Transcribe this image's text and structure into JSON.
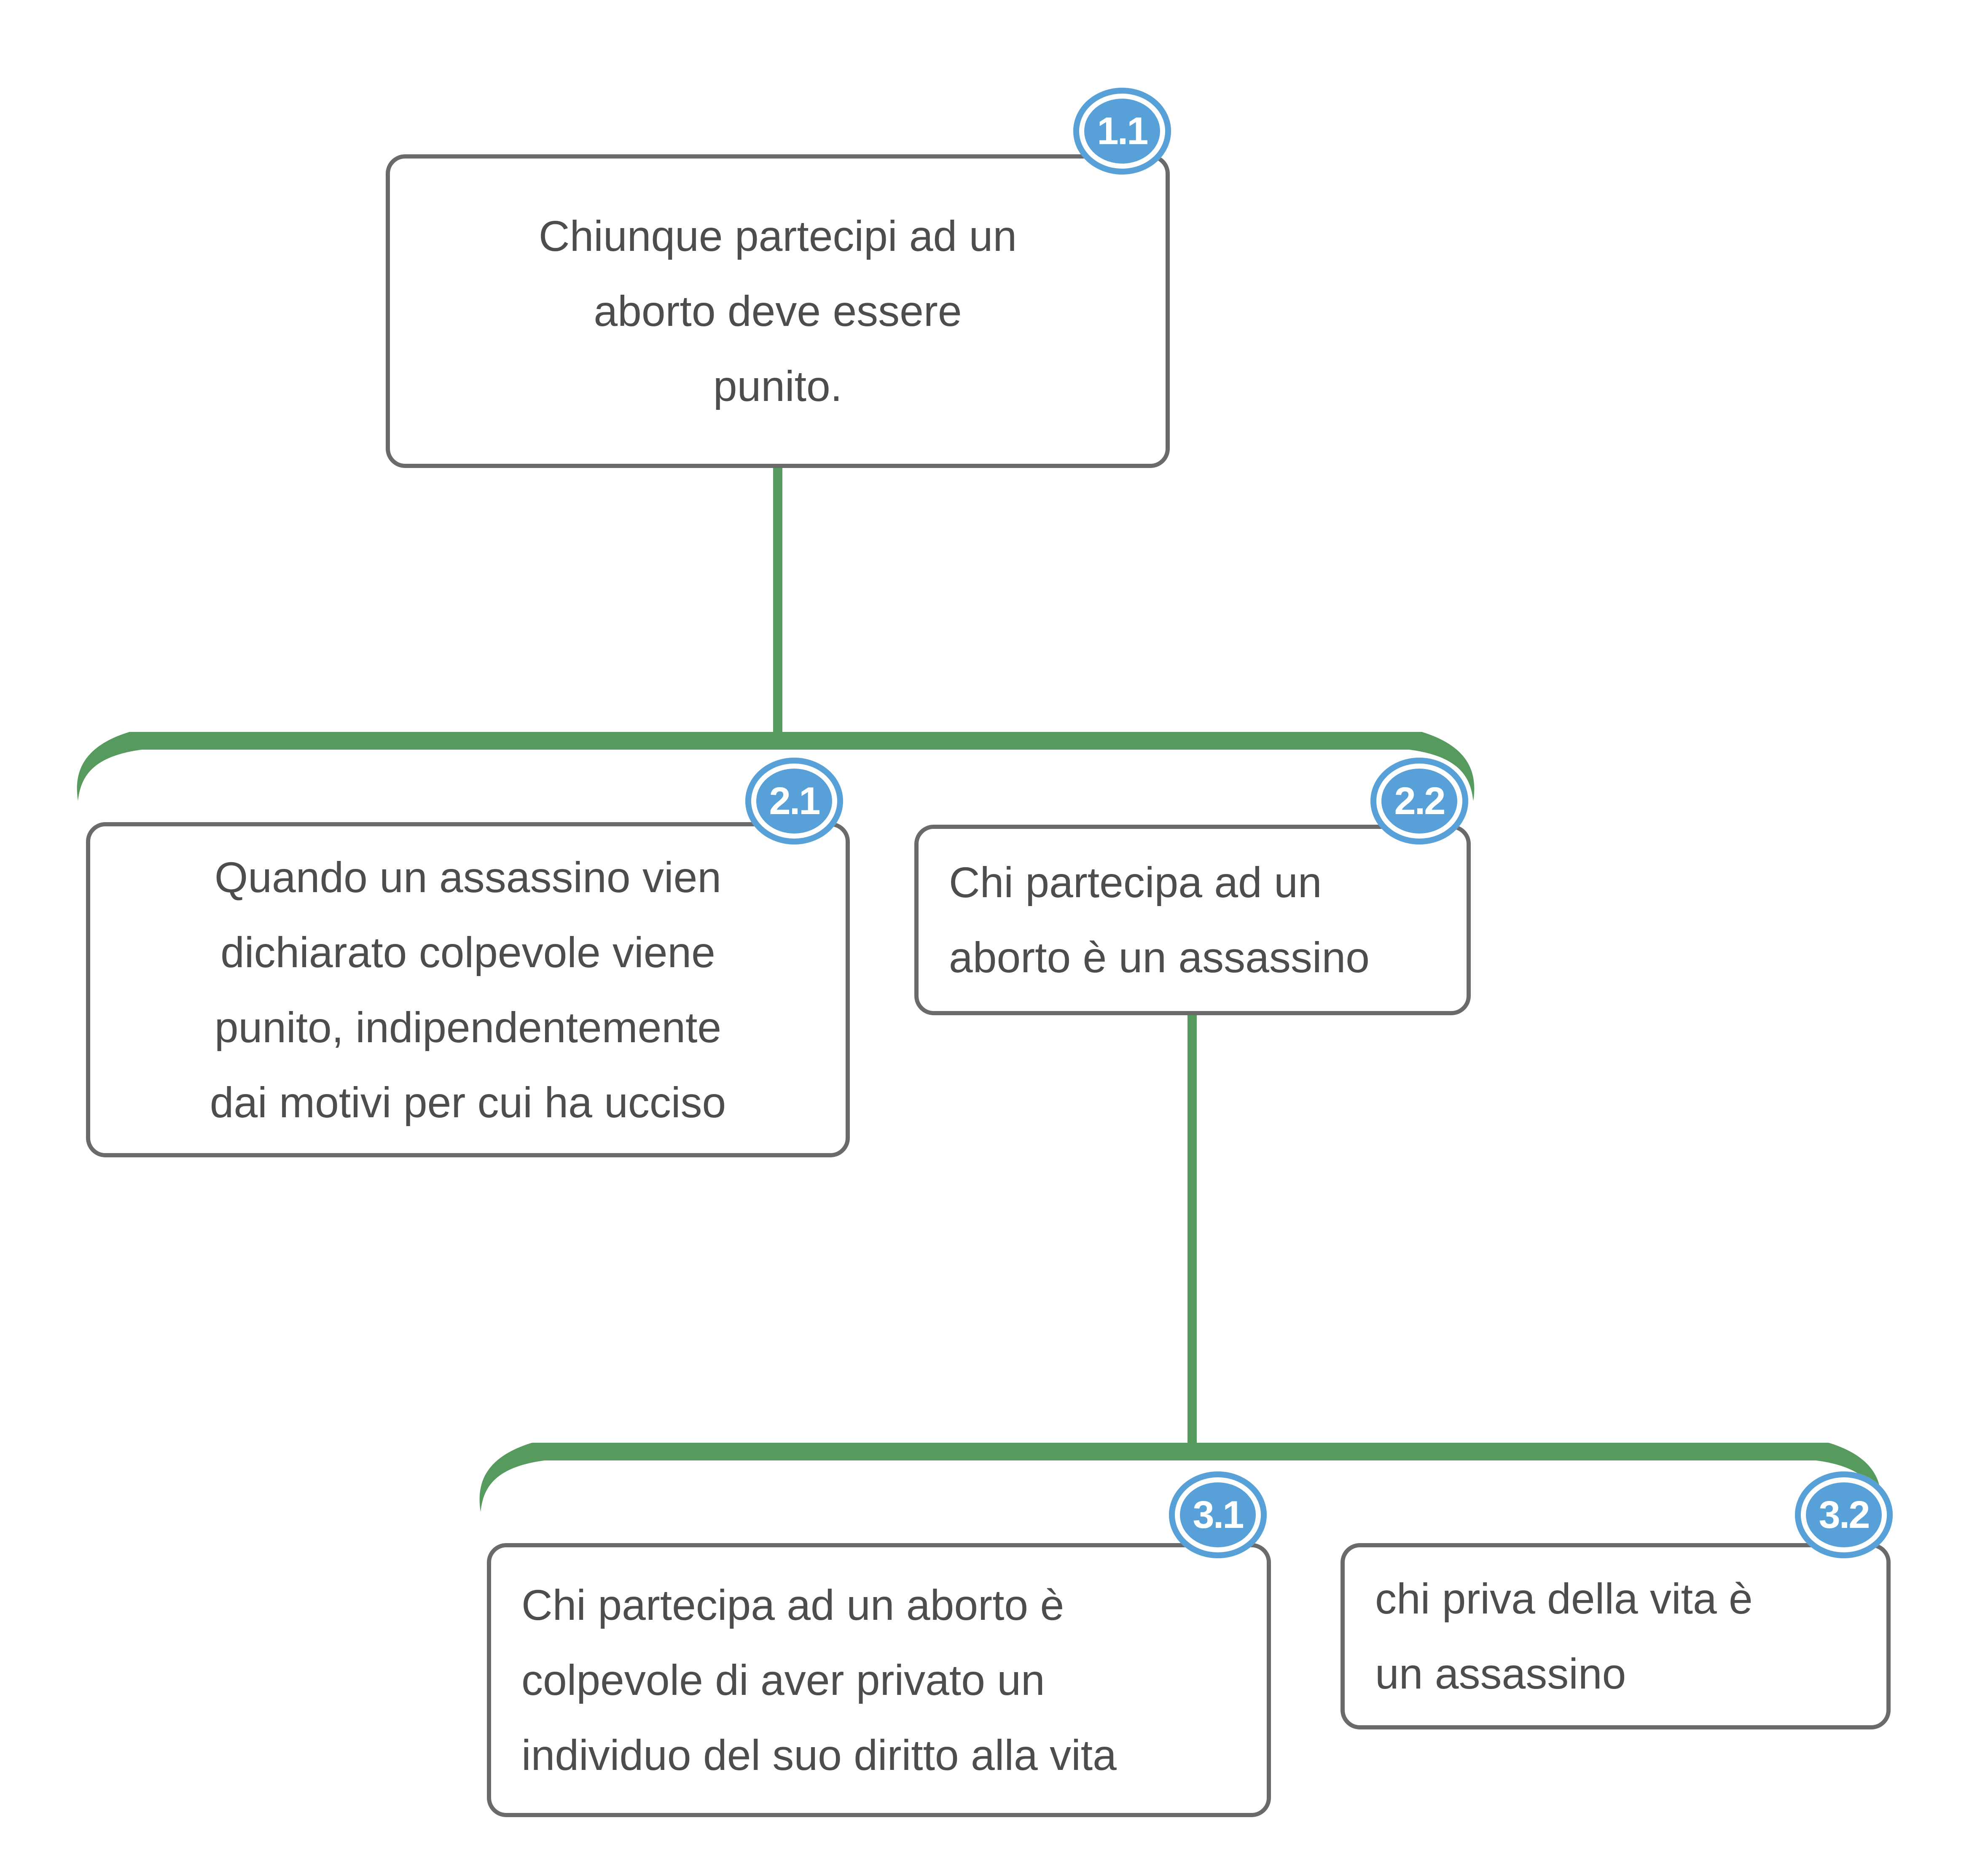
{
  "diagram": {
    "type": "argument-map-tree",
    "background": "#ffffff",
    "colors": {
      "connector_green": "#569b5d",
      "badge_blue": "#58a1d8",
      "box_border": "#6a6a6a",
      "text_gray": "#4d4d4d",
      "badge_text": "#ffffff"
    },
    "nodes": [
      {
        "id": "1.1",
        "level": 1,
        "lines": [
          "Chiunque partecipi ad un",
          "aborto deve essere",
          "punito."
        ],
        "text": "Chiunque partecipi ad un aborto deve essere punito."
      },
      {
        "id": "2.1",
        "level": 2,
        "lines": [
          "Quando un assassino vien",
          "dichiarato colpevole viene",
          "punito, indipendentemente",
          "dai motivi per cui ha ucciso"
        ],
        "text": "Quando un assassino vien dichiarato colpevole viene punito, indipendentemente dai motivi per cui ha ucciso"
      },
      {
        "id": "2.2",
        "level": 2,
        "lines": [
          "Chi partecipa ad un",
          "aborto è un assassino"
        ],
        "text": "Chi partecipa ad un aborto è un assassino"
      },
      {
        "id": "3.1",
        "level": 3,
        "lines": [
          "Chi partecipa ad un aborto è",
          "colpevole di aver privato un",
          "individuo del suo diritto alla vita"
        ],
        "text": "Chi partecipa ad un aborto è colpevole di aver privato un individuo del suo diritto alla vita"
      },
      {
        "id": "3.2",
        "level": 3,
        "lines": [
          "chi priva della vita è",
          "un assassino"
        ],
        "text": "chi priva della vita è un assassino"
      }
    ]
  }
}
